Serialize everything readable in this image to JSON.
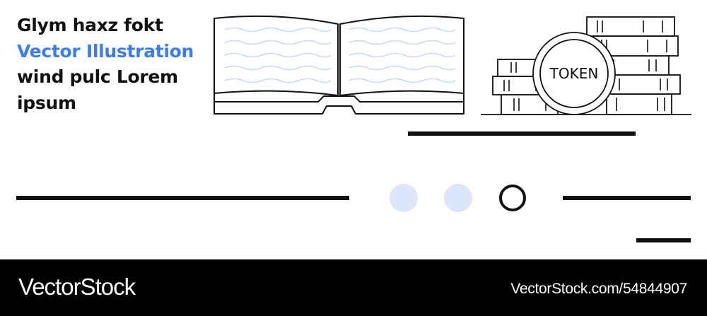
{
  "headline": {
    "line1": "Glym haxz fokt",
    "line2": "Vector Illustration",
    "line3": "wind pulc Lorem",
    "line4": "ipsum"
  },
  "illustration": {
    "book_icon": "open-book-icon",
    "coins_icon": "coin-stack-icon",
    "token_label": "TOKEN",
    "pager_dots": [
      "inactive",
      "inactive",
      "active"
    ]
  },
  "footer": {
    "brand": "VectorStock",
    "credit": "VectorStock.com/54844907"
  },
  "colors": {
    "accent": "#3b7ded",
    "page_lines": "#c9d8f3",
    "dot_inactive": "#dbe6fa",
    "ink": "#111111",
    "footer_bg": "#000000"
  }
}
